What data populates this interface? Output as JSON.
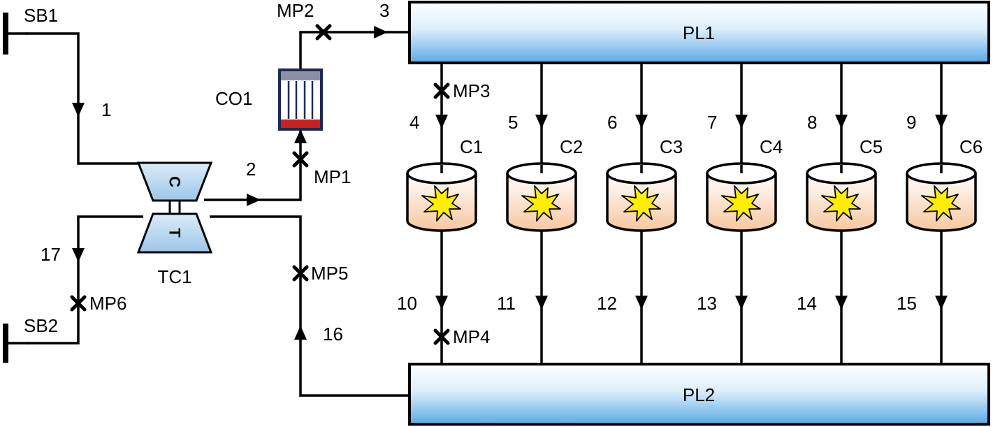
{
  "diagram": {
    "plenums": {
      "top": "PL1",
      "bottom": "PL2"
    },
    "sources": {
      "inlet": "SB1",
      "outlet": "SB2"
    },
    "turbocharger": {
      "name": "TC1",
      "compressor": "C",
      "turbine": "T"
    },
    "cooler": "CO1",
    "cylinders": [
      "C1",
      "C2",
      "C3",
      "C4",
      "C5",
      "C6"
    ],
    "stream_numbers": {
      "s1": "1",
      "s2": "2",
      "s3": "3",
      "s16": "16",
      "s17": "17",
      "inlet": [
        "4",
        "5",
        "6",
        "7",
        "8",
        "9"
      ],
      "outlet": [
        "10",
        "11",
        "12",
        "13",
        "14",
        "15"
      ]
    },
    "measurement_points": [
      "MP1",
      "MP2",
      "MP3",
      "MP4",
      "MP5",
      "MP6"
    ]
  },
  "colors": {
    "line": "#000000",
    "plenum_top": "#ffffff",
    "plenum_bottom": "#5aa9e6",
    "turbocharger": "#a9cdea",
    "cylinder_top": "#ffffff",
    "cylinder_bottom": "#f6c7a0",
    "explosion": "#ffee00",
    "cooler_frame": "#1c2a55",
    "cooler_cap": "#8a8fa6",
    "cooler_base": "#cc1f1f"
  }
}
